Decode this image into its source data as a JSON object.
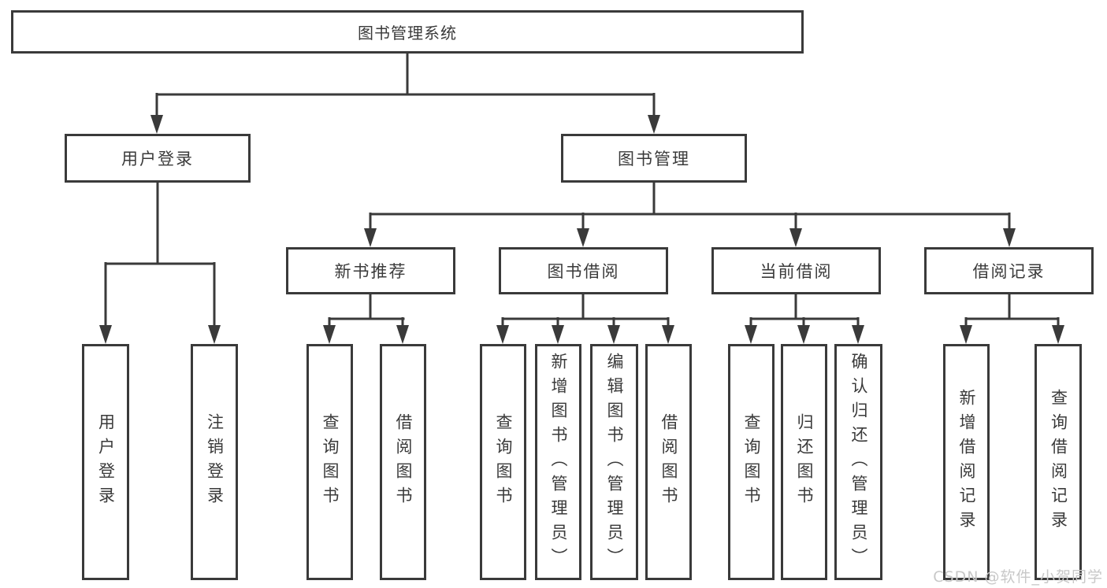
{
  "tree": {
    "root": {
      "label": "图书管理系统"
    },
    "groups": [
      {
        "label": "用户登录",
        "children": [
          {
            "label": "用户登录"
          },
          {
            "label": "注销登录"
          }
        ]
      },
      {
        "label": "图书管理",
        "sections": [
          {
            "label": "新书推荐",
            "children": [
              {
                "label": "查询图书"
              },
              {
                "label": "借阅图书"
              }
            ]
          },
          {
            "label": "图书借阅",
            "children": [
              {
                "label": "查询图书"
              },
              {
                "label": "新增图书（管理员）"
              },
              {
                "label": "编辑图书（管理员）"
              },
              {
                "label": "借阅图书"
              }
            ]
          },
          {
            "label": "当前借阅",
            "children": [
              {
                "label": "查询图书"
              },
              {
                "label": "归还图书"
              },
              {
                "label": "确认归还（管理员）"
              }
            ]
          },
          {
            "label": "借阅记录",
            "children": [
              {
                "label": "新增借阅记录"
              },
              {
                "label": "查询借阅记录"
              }
            ]
          }
        ]
      }
    ]
  },
  "watermark": {
    "text": "CSDN @软件_小贺同学"
  },
  "colors": {
    "line": "#3a3a3a",
    "text": "#3a3a3a",
    "watermark": "#c8c8c8",
    "background": "#ffffff"
  }
}
